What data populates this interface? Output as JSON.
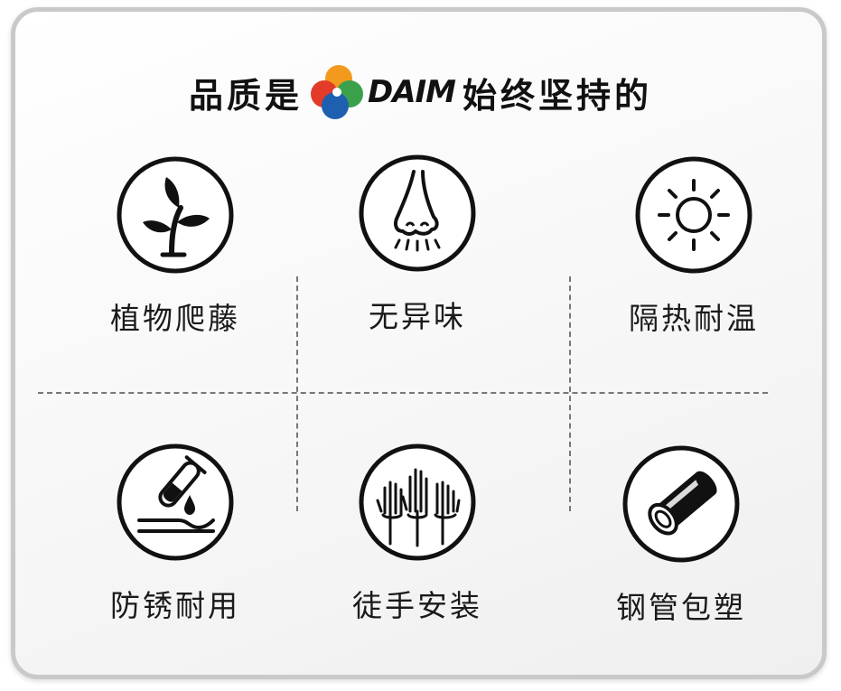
{
  "headline": {
    "prefix": "品质是",
    "brand": "DAIM",
    "suffix": "始终坚持的"
  },
  "brand_colors": {
    "orange": "#f39a1e",
    "red": "#e23b2a",
    "green": "#3aa14a",
    "blue": "#1f5fb0"
  },
  "features": [
    {
      "label": "植物爬藤",
      "icon": "plant-sprout-icon"
    },
    {
      "label": "无异味",
      "icon": "nose-icon"
    },
    {
      "label": "隔热耐温",
      "icon": "sun-icon"
    },
    {
      "label": "防锈耐用",
      "icon": "test-tube-drop-icon"
    },
    {
      "label": "徒手安装",
      "icon": "hands-icon"
    },
    {
      "label": "钢管包塑",
      "icon": "steel-pipe-icon"
    }
  ]
}
